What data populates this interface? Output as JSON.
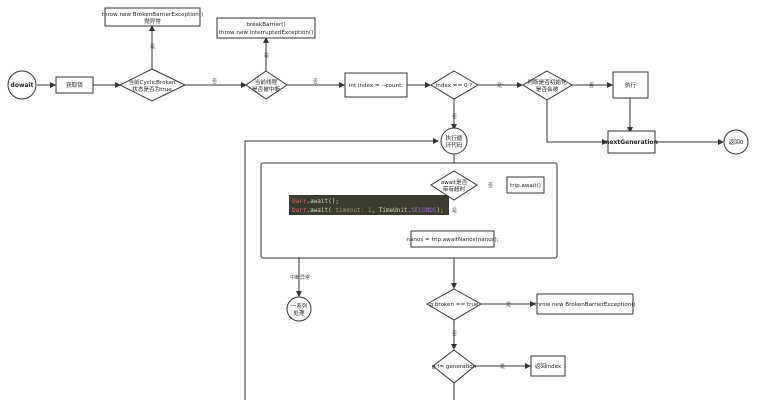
{
  "colors": {
    "stroke": "#333333",
    "code_bg": "#3b3b2f",
    "code_var": "#cf6a6a",
    "code_text": "#d8d8c8",
    "code_param": "#9a9a78",
    "code_const": "#a06ad0"
  },
  "nodes": {
    "dowait": "dowait",
    "lock": "获取锁",
    "broken_check": [
      "当前CyclicBroken",
      "状态是否为true"
    ],
    "throw_broken_top": [
      "throw new BrokenBarrierException()",
      "抛异常"
    ],
    "interrupt_check": [
      "当前线程",
      "是否被中断"
    ],
    "break_barrier": [
      "breakBarrier()",
      "throw new InterruptedException()"
    ],
    "index_assign": "int index = --count;",
    "index_zero": "index == 0 ?",
    "run_action": [
      "判断是否初始化",
      "是否会被"
    ],
    "execute": "执行",
    "next_generation": "nextGeneration",
    "return_zero": "返回0",
    "loop_start": [
      "执行循",
      "环代码"
    ],
    "await_timeout": [
      "await是否",
      "带有超时"
    ],
    "trip_await": "trip.await()",
    "code_line1": {
      "var": "barr",
      "rest": ".await();"
    },
    "code_line2": {
      "var": "barr",
      "mid": ".await( ",
      "param": "timeout: ",
      "num": "1",
      "sep": ", TimeUnit.",
      "const": "SECONDS",
      "end": ");"
    },
    "nanos": "nanos = trip.awaitNanos(nanos);",
    "interrupt_exc": "中断异常",
    "handle_exc": [
      "一系列",
      "处理"
    ],
    "g_broken": "g.broken == true",
    "throw_broken_bottom": "throw new BrokenBarrierException()",
    "generation_check": "g != generation",
    "return_index": "返回index"
  },
  "edge_labels": {
    "yes1": "是",
    "no1": "否",
    "yes2": "是",
    "no2": "否",
    "yes3": "是",
    "no3": "否",
    "yes4": "否",
    "no4": "是",
    "no5": "否",
    "yes5": "是",
    "yes6": "是"
  }
}
